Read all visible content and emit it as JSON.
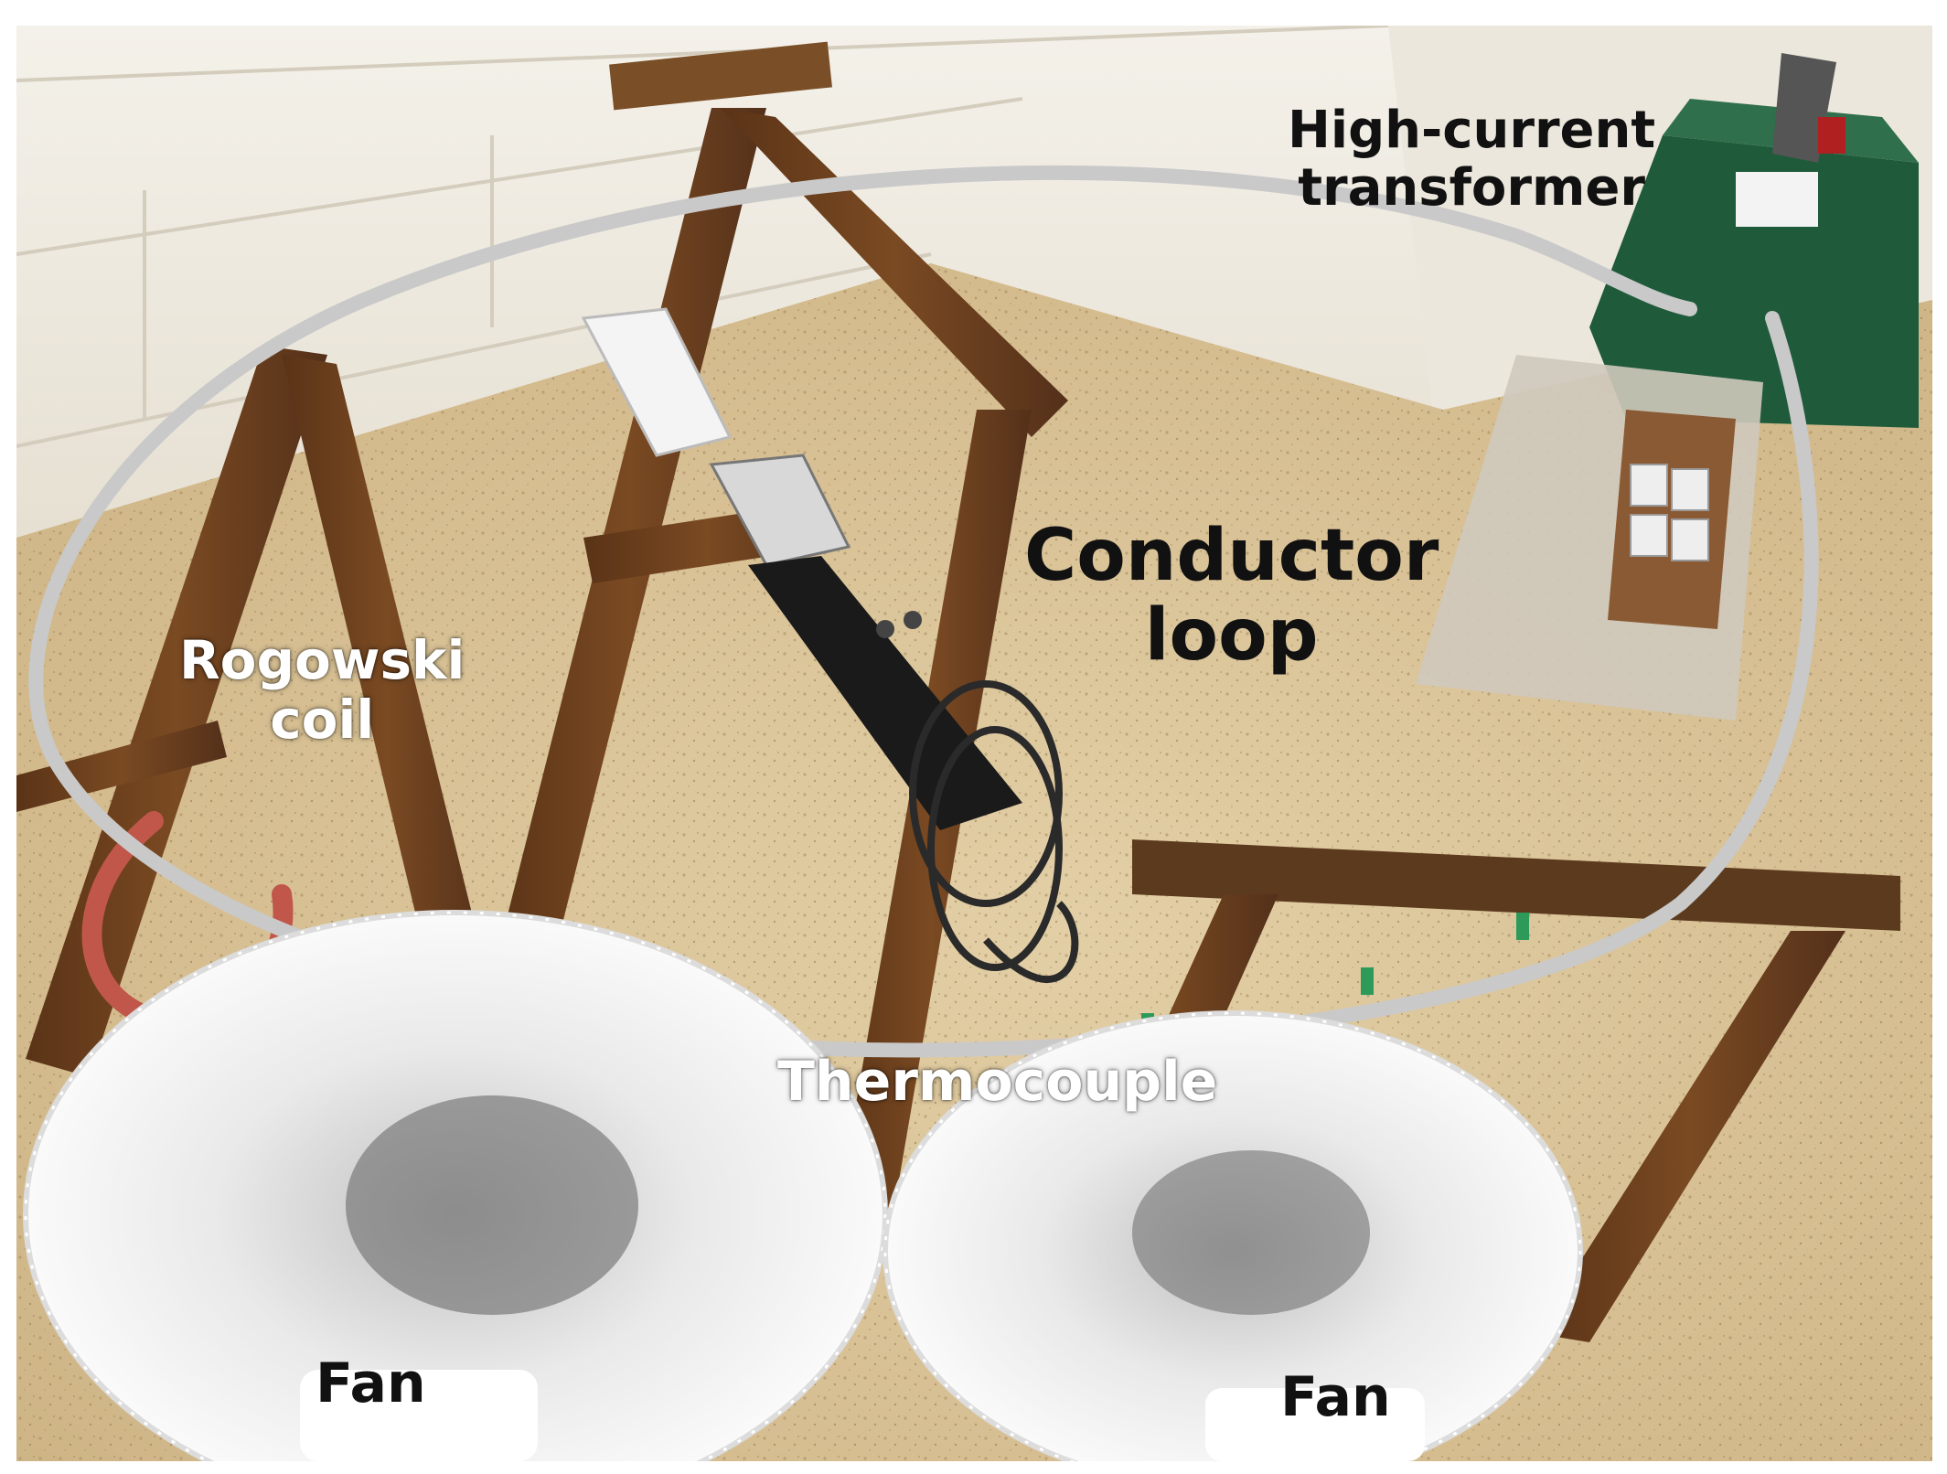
{
  "labels": {
    "transformer": {
      "line1": "High-current",
      "line2": "transformer"
    },
    "conductor": {
      "line1": "Conductor",
      "line2": "loop"
    },
    "rogowski": {
      "line1": "Rogowski",
      "line2": "coil"
    },
    "thermocouple": "Thermocouple",
    "fan_left": "Fan",
    "fan_right": "Fan"
  },
  "colors": {
    "floor": "#dcc49a",
    "wall": "#f1eee6",
    "wood": "#6b3f1d",
    "transformer_body": "#1f5a3a",
    "cable": "#c9c9c9",
    "rogowski_coil": "#c0574a",
    "fan": "#f6f6f6",
    "label_dark": "#111111",
    "label_light": "#ffffff"
  }
}
